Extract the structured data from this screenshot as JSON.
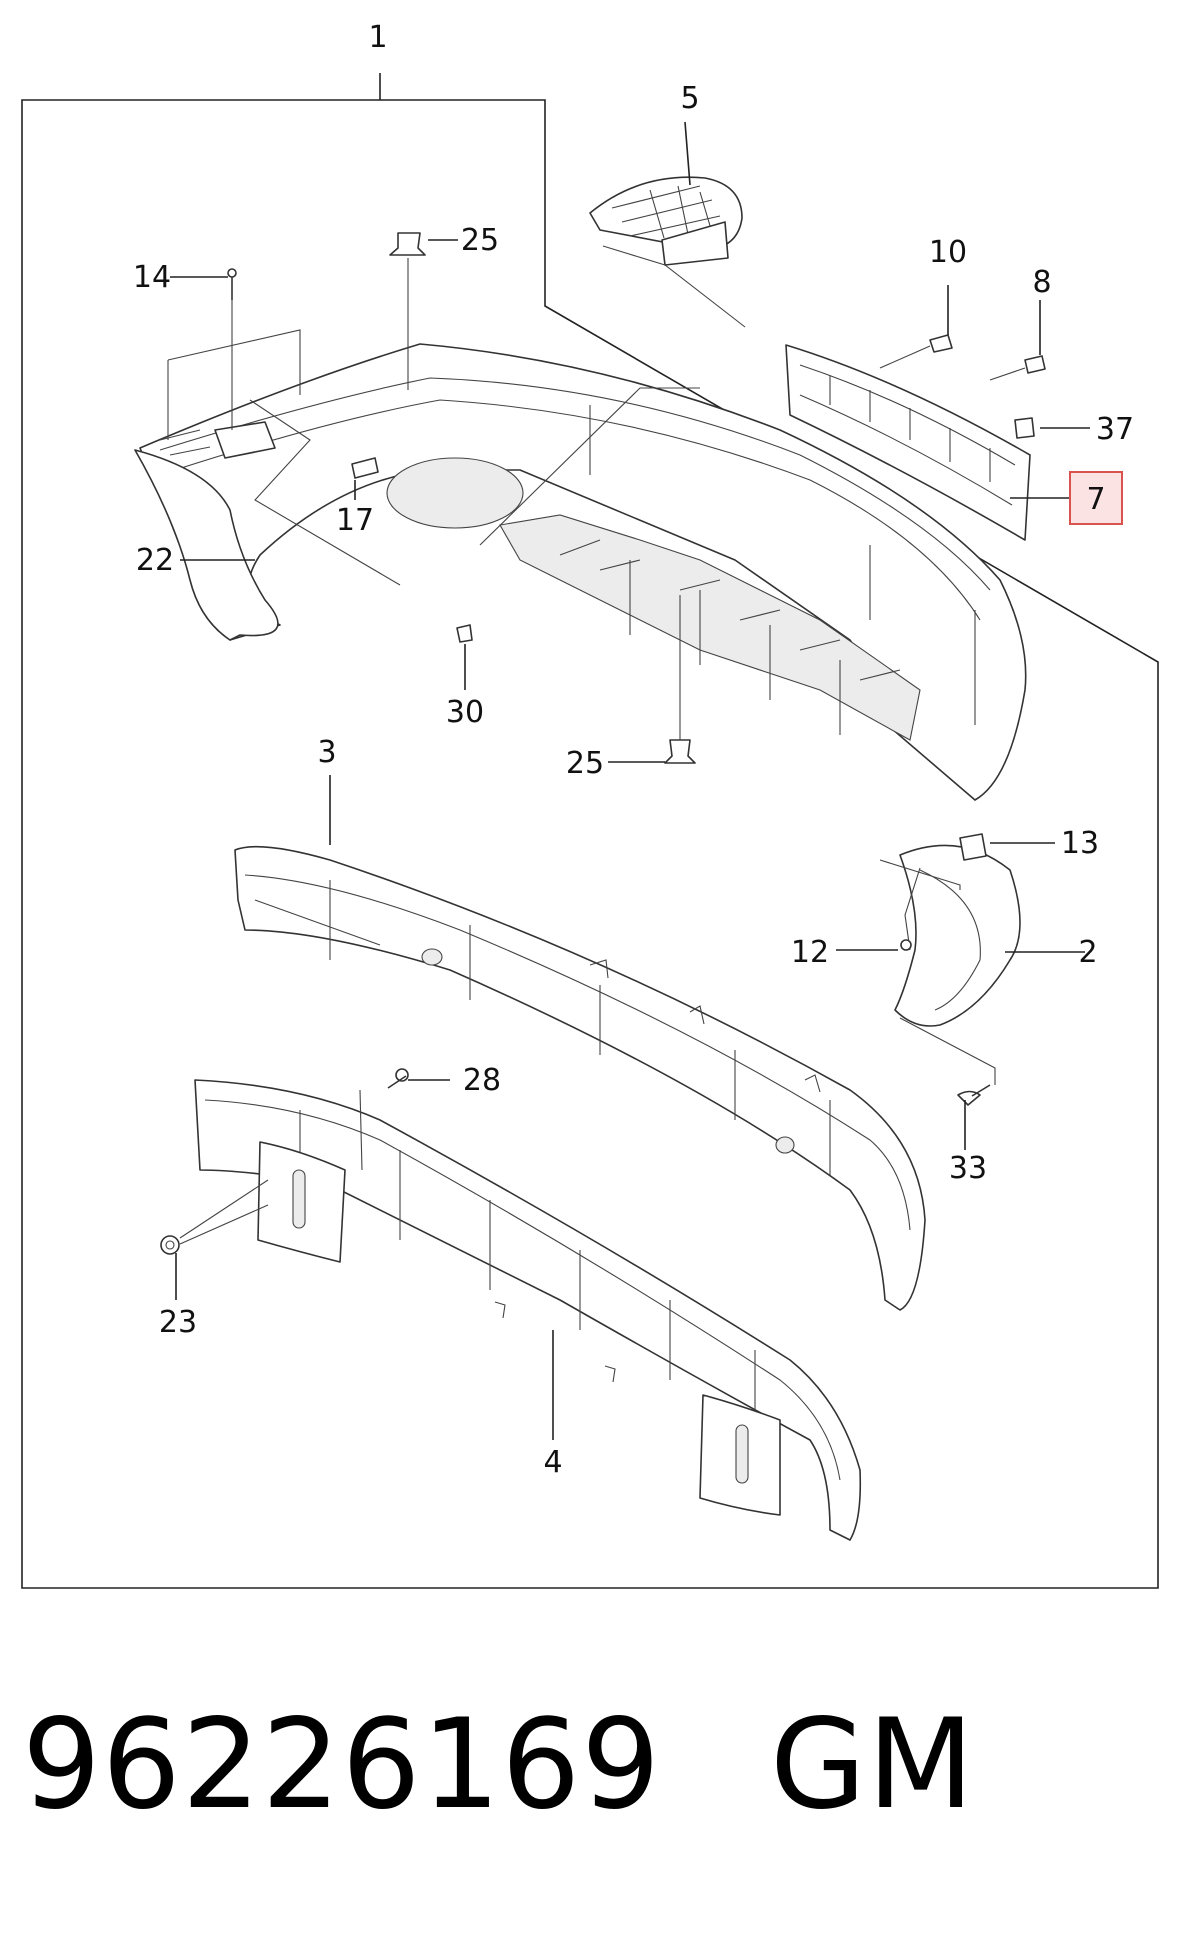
{
  "callouts": {
    "c1": "1",
    "c2": "2",
    "c3": "3",
    "c4": "4",
    "c5": "5",
    "c7": "7",
    "c8": "8",
    "c10": "10",
    "c12": "12",
    "c13": "13",
    "c14": "14",
    "c17": "17",
    "c22": "22",
    "c23": "23",
    "c25a": "25",
    "c25b": "25",
    "c28": "28",
    "c30": "30",
    "c33": "33",
    "c37": "37"
  },
  "highlight": {
    "callout": "7",
    "fill": "#fbe3e3",
    "stroke": "#d9534f"
  },
  "footer": {
    "part_number": "96226169",
    "brand": "GM"
  }
}
